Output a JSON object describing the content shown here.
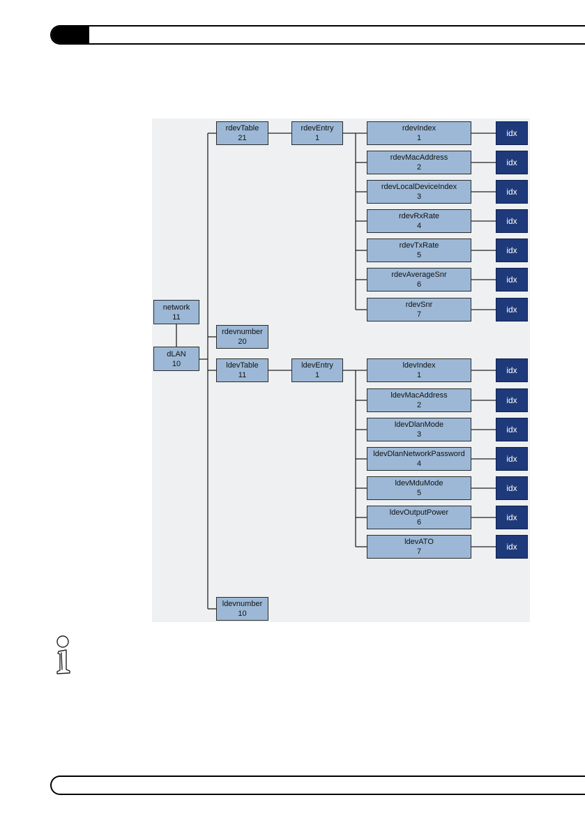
{
  "nodes": {
    "network": {
      "name": "network",
      "num": "11"
    },
    "dlan": {
      "name": "dLAN",
      "num": "10"
    },
    "rdevtable": {
      "name": "rdevTable",
      "num": "21"
    },
    "rdeventry": {
      "name": "rdevEntry",
      "num": "1"
    },
    "rdevnumber": {
      "name": "rdevnumber",
      "num": "20"
    },
    "ldevtable": {
      "name": "ldevTable",
      "num": "11"
    },
    "ldeventry": {
      "name": "ldevEntry",
      "num": "1"
    },
    "ldevnumber": {
      "name": "ldevnumber",
      "num": "10"
    }
  },
  "rdev_leaves": [
    {
      "name": "rdevIndex",
      "num": "1"
    },
    {
      "name": "rdevMacAddress",
      "num": "2"
    },
    {
      "name": "rdevLocalDeviceIndex",
      "num": "3"
    },
    {
      "name": "rdevRxRate",
      "num": "4"
    },
    {
      "name": "rdevTxRate",
      "num": "5"
    },
    {
      "name": "rdevAverageSnr",
      "num": "6"
    },
    {
      "name": "rdevSnr",
      "num": "7"
    }
  ],
  "ldev_leaves": [
    {
      "name": "ldevIndex",
      "num": "1"
    },
    {
      "name": "ldevMacAddress",
      "num": "2"
    },
    {
      "name": "ldevDlanMode",
      "num": "3"
    },
    {
      "name": "ldevDlanNetworkPassword",
      "num": "4"
    },
    {
      "name": "ldevMduMode",
      "num": "5"
    },
    {
      "name": "ldevOutputPower",
      "num": "6"
    },
    {
      "name": "ldevATO",
      "num": "7"
    }
  ],
  "idx_label": "idx",
  "colors": {
    "node_fill": "#9cb8d6",
    "idx_fill": "#1f3a7a",
    "background": "#eef0f2"
  }
}
